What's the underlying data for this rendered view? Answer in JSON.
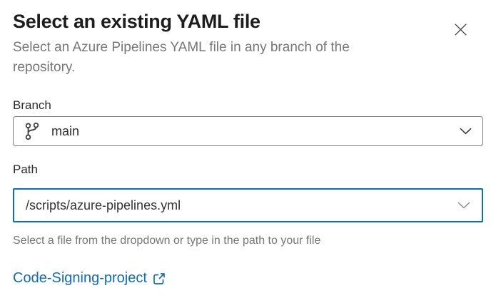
{
  "dialog": {
    "title": "Select an existing YAML file",
    "subtitle": "Select an Azure Pipelines YAML file in any branch of the repository.",
    "branch": {
      "label": "Branch",
      "value": "main",
      "icon": "git-branch-icon",
      "chevron_icon": "chevron-down-icon"
    },
    "path": {
      "label": "Path",
      "value": "/scripts/azure-pipelines.yml",
      "chevron_icon": "chevron-down-icon",
      "helper": "Select a file from the dropdown or type in the path to your file"
    },
    "repo_link": {
      "label": "Code-Signing-project",
      "icon": "external-link-icon"
    },
    "close_icon": "close-icon",
    "colors": {
      "accent_blue": "#0f6cbd",
      "border_gray": "#7b7b7b",
      "text_primary": "#1d1d1d",
      "text_secondary": "#767676",
      "chevron_dark": "#333333",
      "chevron_gray": "#8a8a8a"
    }
  }
}
